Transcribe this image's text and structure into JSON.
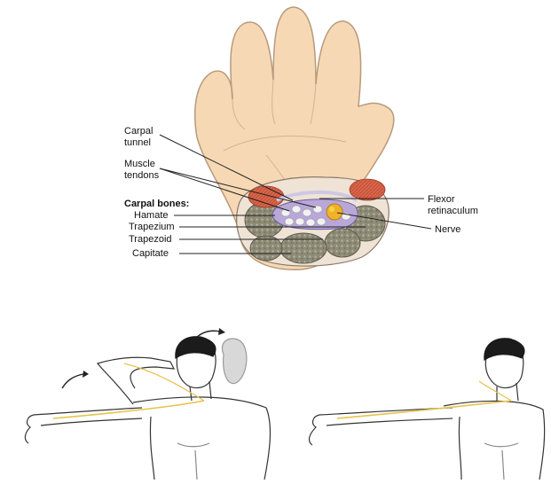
{
  "figure_top": {
    "labels": {
      "carpal_tunnel_line1": "Carpal",
      "carpal_tunnel_line2": "tunnel",
      "muscle_tendons_line1": "Muscle",
      "muscle_tendons_line2": "tendons",
      "carpal_bones_heading": "Carpal bones:",
      "hamate": "Hamate",
      "trapezium": "Trapezium",
      "trapezoid": "Trapezoid",
      "capitate": "Capitate",
      "flexor_line1": "Flexor",
      "flexor_line2": "retinaculum",
      "nerve": "Nerve"
    }
  },
  "colors": {
    "skin": "#f6d8b4",
    "skin_outline": "#b89a7c",
    "bone": "#8d8a76",
    "muscle": "#d9664a",
    "tunnel": "#b9a7d8",
    "tendon": "#f2f2f2",
    "nerve": "#f0b22a",
    "nerve_highlight": "#f4d34a"
  }
}
